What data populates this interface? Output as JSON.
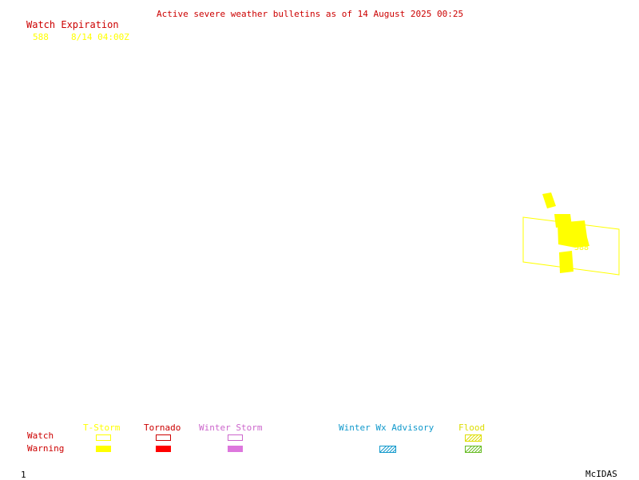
{
  "title": "Active severe weather bulletins as of 14 August 2025 00:25",
  "watch_expiration": {
    "header": "Watch Expiration",
    "entries": [
      {
        "number": "588",
        "expires": "8/14 04:00Z"
      }
    ]
  },
  "map": {
    "watch_box_label": "588"
  },
  "legend": {
    "row_labels": {
      "watch": "Watch",
      "warning": "Warning"
    },
    "categories": [
      {
        "label": "T-Storm",
        "color": "#ffff00",
        "watch": "outline",
        "warning": "filled"
      },
      {
        "label": "Tornado",
        "color": "#ff0000",
        "watch": "outline",
        "warning": "filled"
      },
      {
        "label": "Winter Storm",
        "color": "#dd77dd",
        "watch": "outline",
        "warning": "filled"
      },
      {
        "label": "Winter Wx Advisory",
        "color": "#1199cc",
        "watch": "none",
        "warning": "hatched"
      },
      {
        "label": "Flood",
        "color": "#66bb22",
        "watch": "hatched",
        "warning": "hatched"
      }
    ]
  },
  "footer": {
    "frame_number": "1",
    "software": "McIDAS"
  },
  "colors": {
    "header_text": "#cc0000",
    "watch_text": "#ffff00",
    "background": "#ffffff"
  }
}
